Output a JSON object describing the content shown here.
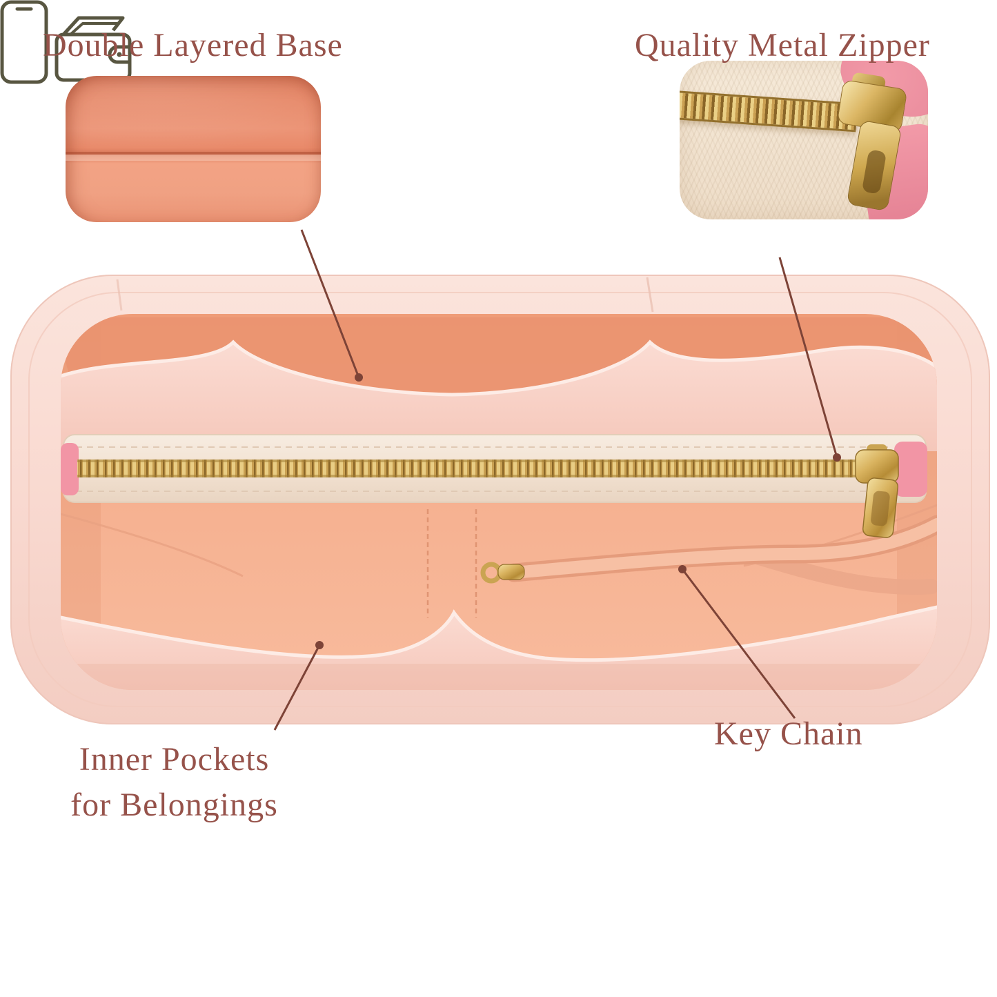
{
  "callouts": {
    "base": {
      "label": "Double Layered Base"
    },
    "zipper": {
      "label": "Quality Metal Zipper"
    },
    "pockets": {
      "label_line1": "Inner Pockets",
      "label_line2": "for Belongings"
    },
    "keychain": {
      "label": "Key Chain"
    }
  },
  "icons": {
    "phone": "phone-icon",
    "wallet": "wallet-icon"
  },
  "colors": {
    "label_text": "#96524a",
    "leader_line": "#7d4337",
    "bag_outer_felt": "#f8d9d0",
    "bag_inner_felt": "#f5ae8d",
    "zipper_gold": "#c9a052",
    "zipper_tape": "#f2e2d2",
    "pink_felt_accent": "#f295a5",
    "icon_color": "#585641"
  }
}
